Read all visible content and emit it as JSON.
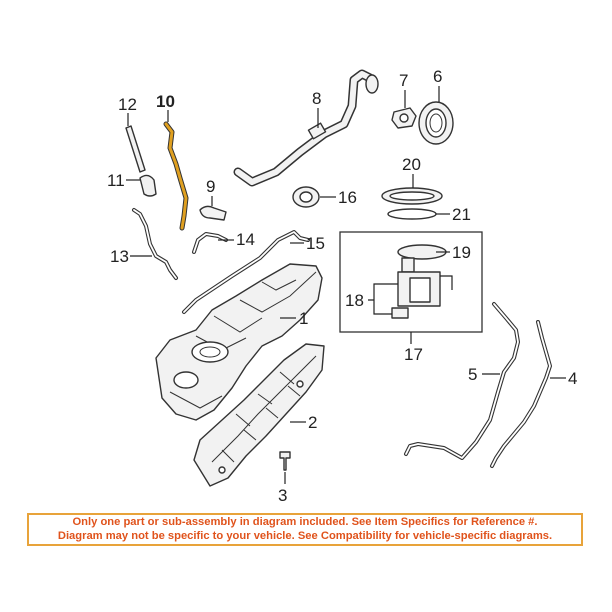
{
  "callouts": {
    "c1": "1",
    "c2": "2",
    "c3": "3",
    "c4": "4",
    "c5": "5",
    "c6": "6",
    "c7": "7",
    "c8": "8",
    "c9": "9",
    "c10": "10",
    "c11": "11",
    "c12": "12",
    "c13": "13",
    "c14": "14",
    "c15": "15",
    "c16": "16",
    "c17": "17",
    "c18": "18",
    "c19": "19",
    "c20": "20",
    "c21": "21"
  },
  "highlight_color": "#e0a020",
  "notice": {
    "line1": "Only one part or sub-assembly in diagram included. See Item Specifics for Reference #.",
    "line2": "Diagram may not be specific to your vehicle. See Compatibility for vehicle-specific diagrams.",
    "text_color": "#e0531c",
    "border_color": "#e8a33a"
  }
}
